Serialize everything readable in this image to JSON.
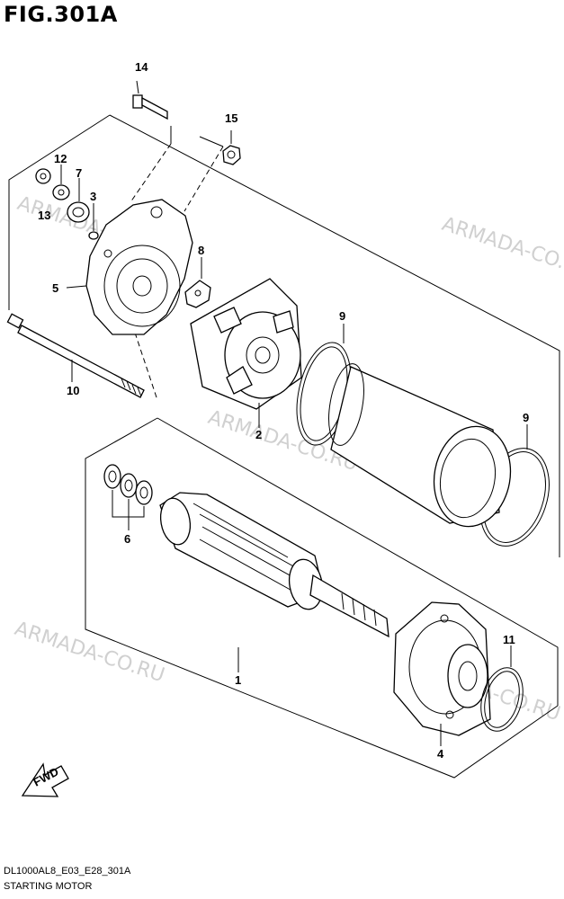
{
  "figure": {
    "title": "FIG.301A"
  },
  "footer": {
    "model_code": "DL1000AL8_E03_E28_301A",
    "diagram_name": "STARTING MOTOR"
  },
  "watermark": "ARMADA-CO.RU",
  "direction": {
    "label": "FWD"
  },
  "callouts": {
    "c1": "1",
    "c2": "2",
    "c3": "3",
    "c4": "4",
    "c5": "5",
    "c6": "6",
    "c7": "7",
    "c8": "8",
    "c9a": "9",
    "c9b": "9",
    "c10": "10",
    "c11": "11",
    "c12": "12",
    "c13": "13",
    "c14": "14",
    "c15": "15"
  }
}
